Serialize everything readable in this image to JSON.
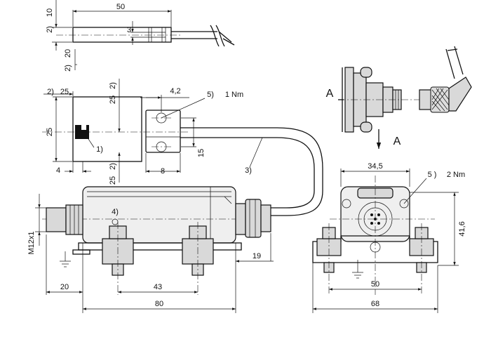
{
  "dims": {
    "top_50": "50",
    "top_10": "10",
    "top_3": "3",
    "top_20": "20",
    "mid_25_top": "25",
    "mid_25_left": "25",
    "mid_25_upper": "25",
    "mid_4_2": "4,2",
    "mid_25_lower": "25",
    "mid_4": "4",
    "mid_8": "8",
    "mid_15": "15",
    "front_19": "19",
    "front_20": "20",
    "front_43": "43",
    "front_80": "80",
    "thread": "M12x1",
    "end_34_5": "34,5",
    "end_41_6": "41,6",
    "end_50": "50",
    "end_68": "68"
  },
  "notes": {
    "n2": "2)",
    "n2_top_a": "2)",
    "n2_top_b": "2)",
    "n2_mid_a": "2)",
    "n2_mid_b": "2)",
    "n2_mid_c": "2)",
    "n1": "1)",
    "n3": "3)",
    "n4": "4)",
    "n5_mid": "5)",
    "torque_mid": "1 Nm",
    "n5_end": "5 )",
    "torque_end": "2 Nm"
  },
  "view_labels": {
    "section_a_left": "A",
    "section_a_arrow": "A"
  }
}
